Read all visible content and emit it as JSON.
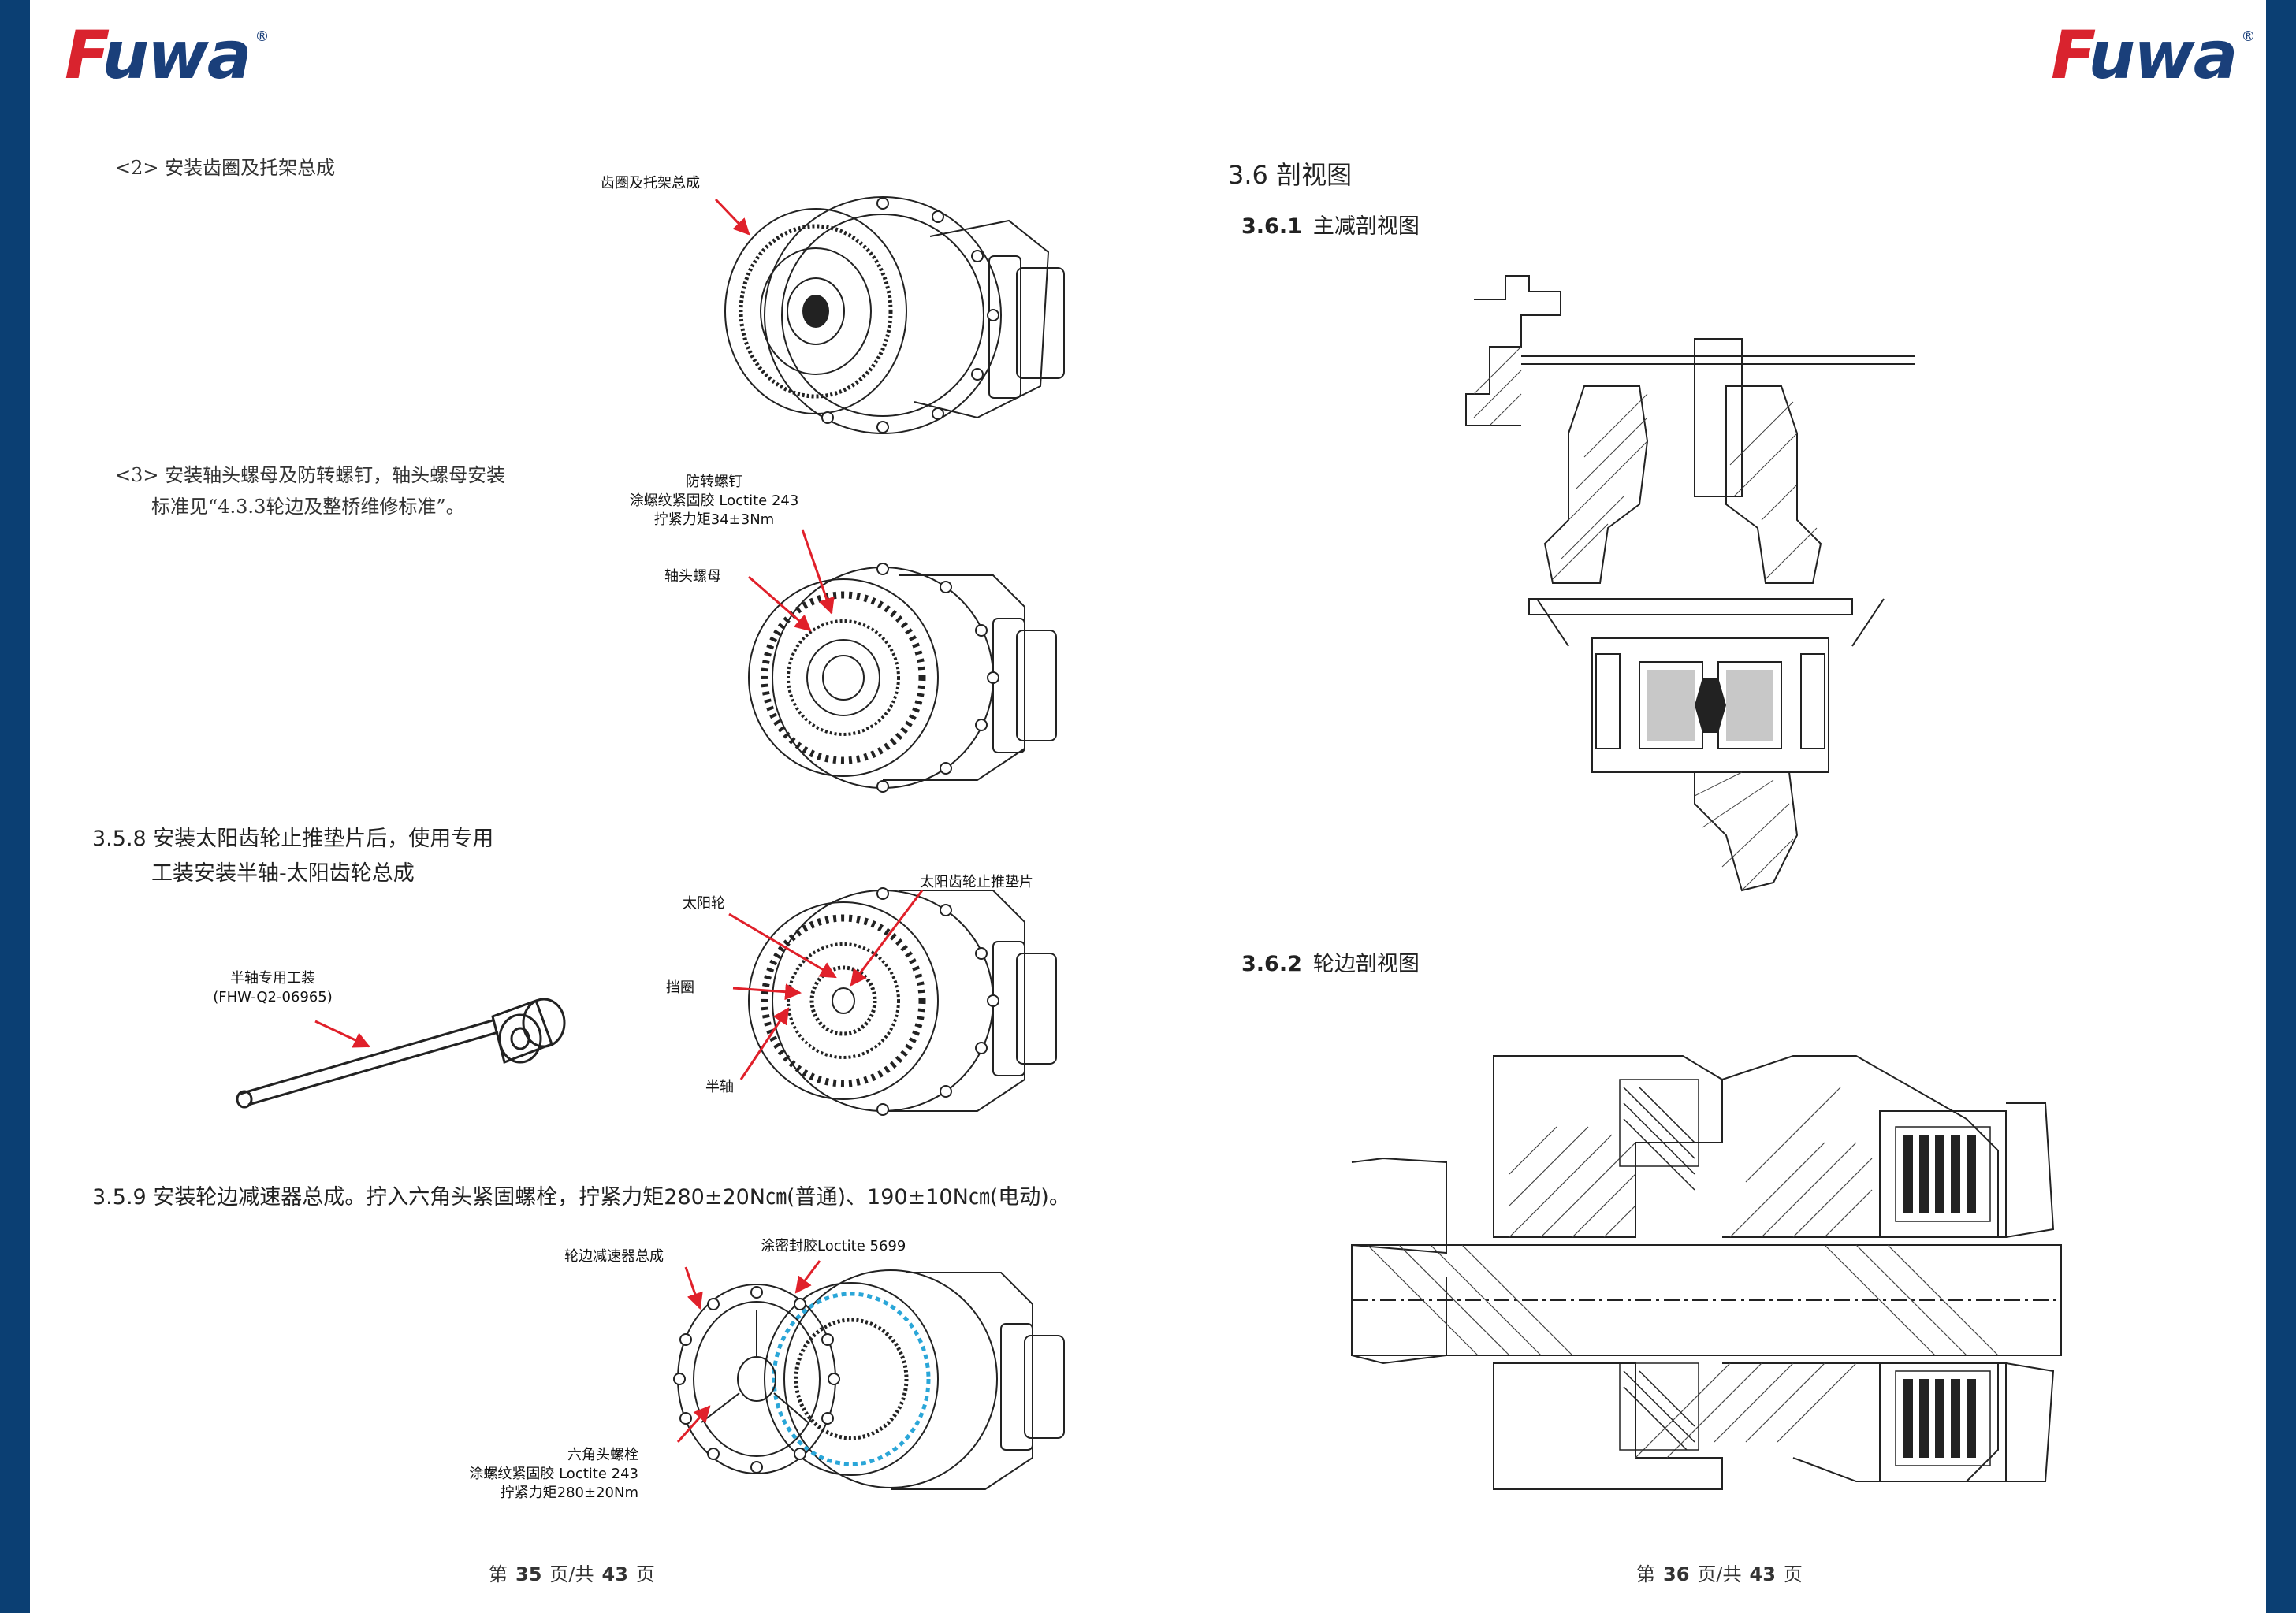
{
  "brand": {
    "f": "F",
    "rest": "uwa",
    "reg": "®"
  },
  "left": {
    "step2": "<2> 安装齿圈及托架总成",
    "step2_callout": "齿圈及托架总成",
    "step3_line1": "<3> 安装轴头螺母及防转螺钉，轴头螺母安装",
    "step3_line2": "标准见“4.3.3轮边及整桥维修标准”。",
    "step3_callout_screw": [
      "防转螺钉",
      "涂螺纹紧固胶 Loctite 243",
      "拧紧力矩34±3Nm"
    ],
    "step3_callout_nut": "轴头螺母",
    "s358_line1": "3.5.8  安装太阳齿轮止推垫片后，使用专用",
    "s358_line2": "工装安装半轴-太阳齿轮总成",
    "tool_callout": [
      "半轴专用工装",
      "(FHW-Q2-06965)"
    ],
    "s358_callouts": {
      "sun": "太阳轮",
      "washer": "太阳齿轮止推垫片",
      "ring": "挡圈",
      "shaft": "半轴"
    },
    "s359": "3.5.9  安装轮边减速器总成。拧入六角头紧固螺栓，拧紧力矩280±20N㎝(普通)、190±10N㎝(电动)。",
    "s359_callout_assy": "轮边减速器总成",
    "s359_callout_seal": "涂密封胶Loctite 5699",
    "s359_callout_bolt": [
      "六角头螺栓",
      "涂螺纹紧固胶 Loctite 243",
      "拧紧力矩280±20Nm"
    ],
    "page": {
      "pre": "第",
      "num": "35",
      "mid": "页/共",
      "total": "43",
      "post": "页"
    }
  },
  "right": {
    "section": "3.6  剖视图",
    "sub1_num": "3.6.1",
    "sub1_title": "主减剖视图",
    "sub2_num": "3.6.2",
    "sub2_title": "轮边剖视图",
    "page": {
      "pre": "第",
      "num": "36",
      "mid": "页/共",
      "total": "43",
      "post": "页"
    }
  },
  "colors": {
    "bar": "#0b3f73",
    "logo_red": "#d9232e",
    "logo_blue": "#1a3f7a",
    "arrow": "#e0202a",
    "seal": "#2aa6d8"
  }
}
